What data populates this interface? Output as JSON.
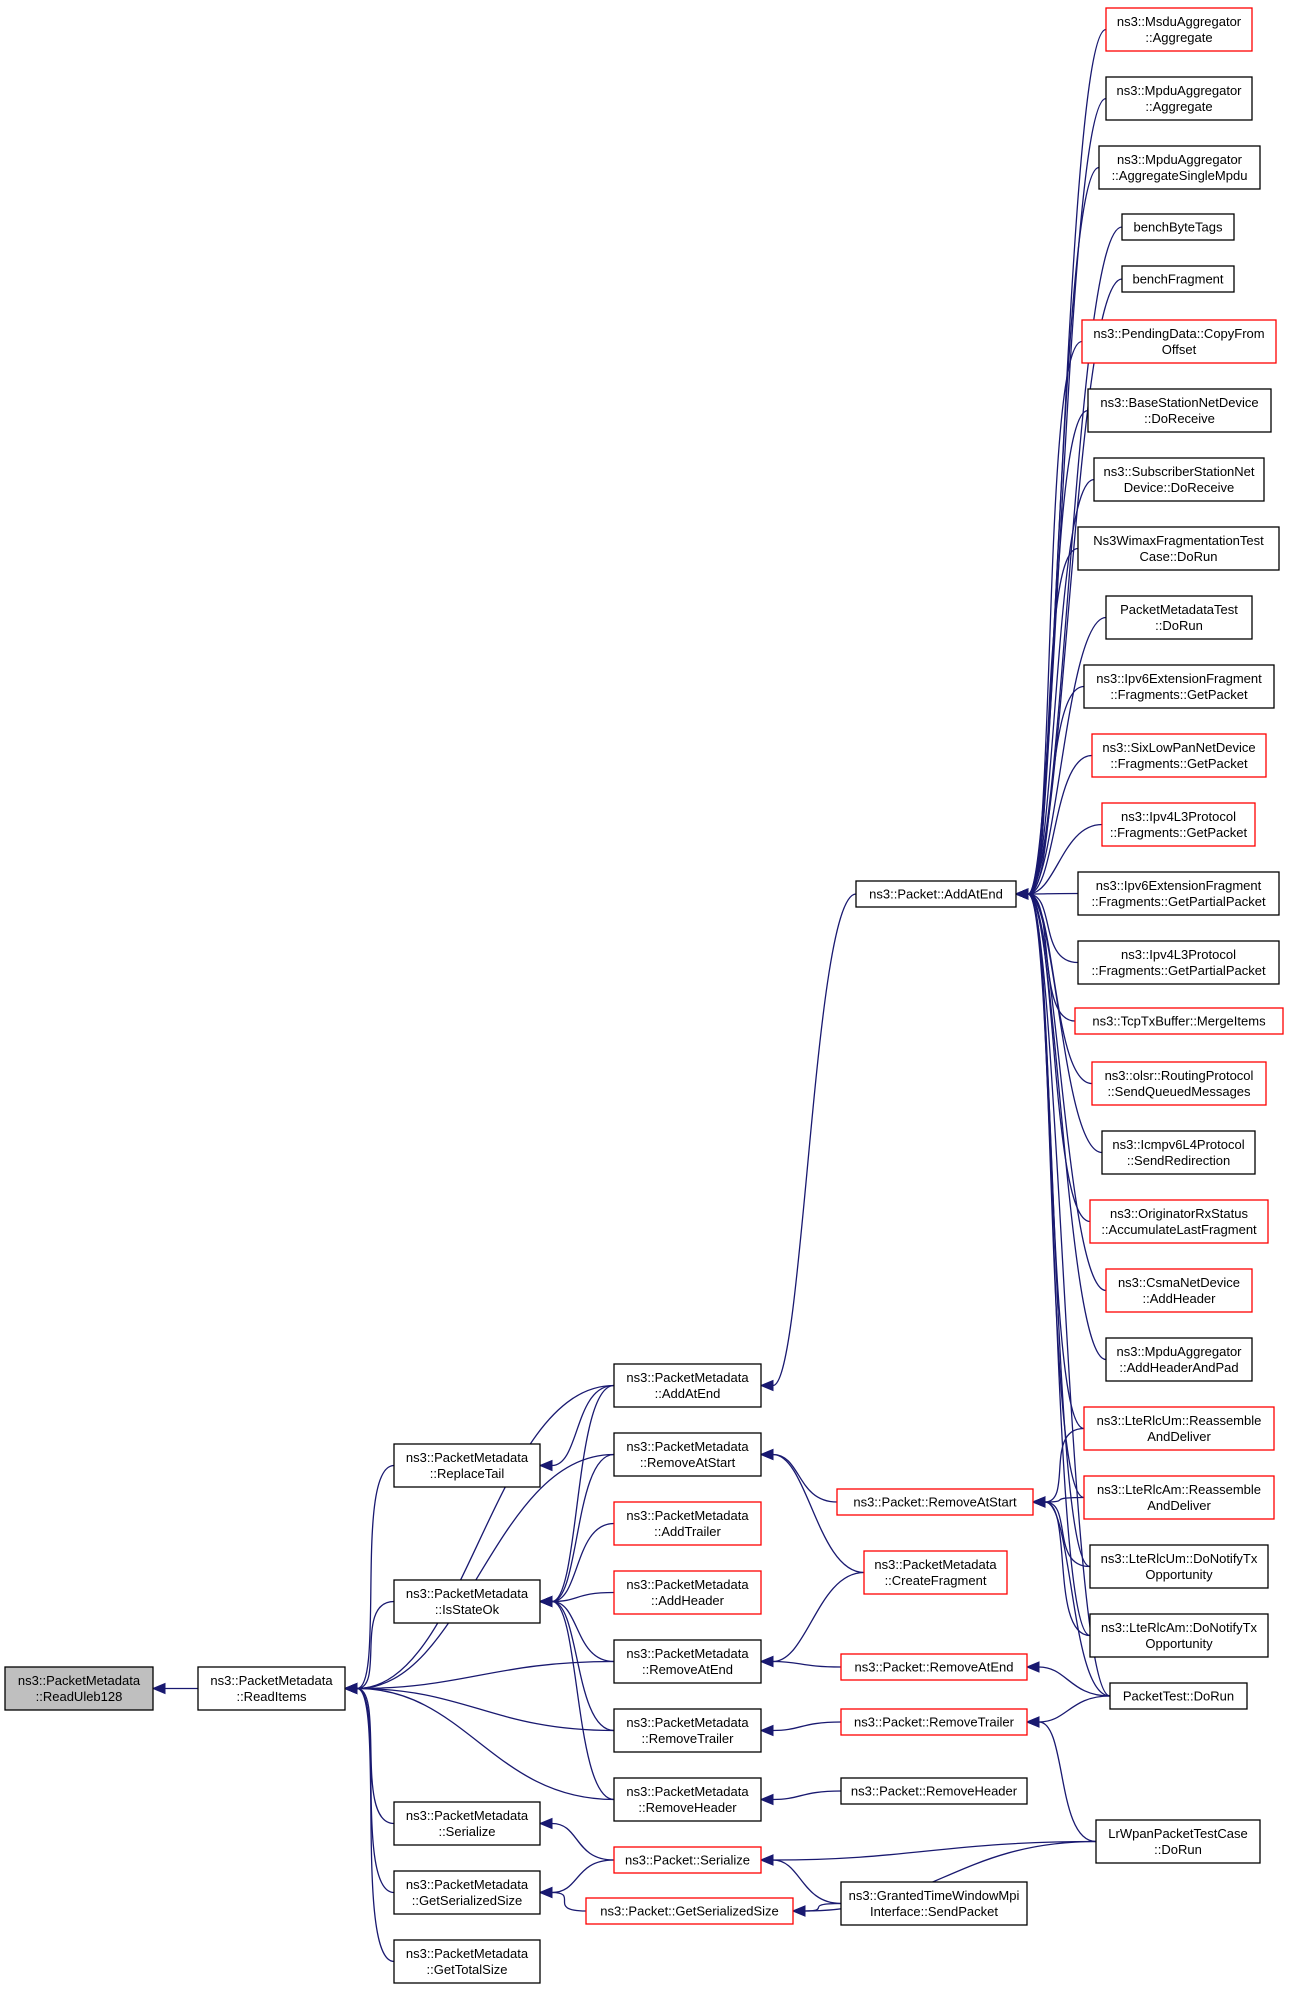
{
  "diagram": {
    "title": "",
    "colors": {
      "edge": "#191970",
      "border_normal": "#000000",
      "border_truncated": "#ff0000",
      "root_fill": "#bfbfbf"
    },
    "nodes": [
      {
        "id": "root",
        "lines": [
          "ns3::PacketMetadata",
          "::ReadUleb128"
        ],
        "style": "root"
      },
      {
        "id": "readItems",
        "lines": [
          "ns3::PacketMetadata",
          "::ReadItems"
        ],
        "style": "normal"
      },
      {
        "id": "replaceTail",
        "lines": [
          "ns3::PacketMetadata",
          "::ReplaceTail"
        ],
        "style": "normal"
      },
      {
        "id": "isStateOk",
        "lines": [
          "ns3::PacketMetadata",
          "::IsStateOk"
        ],
        "style": "normal"
      },
      {
        "id": "serializeMd",
        "lines": [
          "ns3::PacketMetadata",
          "::Serialize"
        ],
        "style": "normal"
      },
      {
        "id": "getSerSizeMd",
        "lines": [
          "ns3::PacketMetadata",
          "::GetSerializedSize"
        ],
        "style": "normal"
      },
      {
        "id": "getTotalSize",
        "lines": [
          "ns3::PacketMetadata",
          "::GetTotalSize"
        ],
        "style": "normal"
      },
      {
        "id": "addAtEndMd",
        "lines": [
          "ns3::PacketMetadata",
          "::AddAtEnd"
        ],
        "style": "normal"
      },
      {
        "id": "removeAtStartMd",
        "lines": [
          "ns3::PacketMetadata",
          "::RemoveAtStart"
        ],
        "style": "normal"
      },
      {
        "id": "addTrailer",
        "lines": [
          "ns3::PacketMetadata",
          "::AddTrailer"
        ],
        "style": "red"
      },
      {
        "id": "addHeader",
        "lines": [
          "ns3::PacketMetadata",
          "::AddHeader"
        ],
        "style": "red"
      },
      {
        "id": "removeAtEndMd",
        "lines": [
          "ns3::PacketMetadata",
          "::RemoveAtEnd"
        ],
        "style": "normal"
      },
      {
        "id": "removeTrailerMd",
        "lines": [
          "ns3::PacketMetadata",
          "::RemoveTrailer"
        ],
        "style": "normal"
      },
      {
        "id": "removeHeaderMd",
        "lines": [
          "ns3::PacketMetadata",
          "::RemoveHeader"
        ],
        "style": "normal"
      },
      {
        "id": "pktSerialize",
        "lines": [
          "ns3::Packet::Serialize"
        ],
        "style": "red"
      },
      {
        "id": "pktGetSerSize",
        "lines": [
          "ns3::Packet::GetSerializedSize"
        ],
        "style": "red"
      },
      {
        "id": "pktRemoveAtStart",
        "lines": [
          "ns3::Packet::RemoveAtStart"
        ],
        "style": "red"
      },
      {
        "id": "createFragment",
        "lines": [
          "ns3::PacketMetadata",
          "::CreateFragment"
        ],
        "style": "red"
      },
      {
        "id": "pktRemoveAtEnd",
        "lines": [
          "ns3::Packet::RemoveAtEnd"
        ],
        "style": "red"
      },
      {
        "id": "pktRemoveTrailer",
        "lines": [
          "ns3::Packet::RemoveTrailer"
        ],
        "style": "red"
      },
      {
        "id": "pktRemoveHeader",
        "lines": [
          "ns3::Packet::RemoveHeader"
        ],
        "style": "normal"
      },
      {
        "id": "grantedSend",
        "lines": [
          "ns3::GrantedTimeWindowMpi",
          "Interface::SendPacket"
        ],
        "style": "normal"
      },
      {
        "id": "pktAddAtEnd",
        "lines": [
          "ns3::Packet::AddAtEnd"
        ],
        "style": "normal"
      },
      {
        "id": "msduAgg",
        "lines": [
          "ns3::MsduAggregator",
          "::Aggregate"
        ],
        "style": "red"
      },
      {
        "id": "mpduAgg",
        "lines": [
          "ns3::MpduAggregator",
          "::Aggregate"
        ],
        "style": "normal"
      },
      {
        "id": "mpduAggSingle",
        "lines": [
          "ns3::MpduAggregator",
          "::AggregateSingleMpdu"
        ],
        "style": "normal"
      },
      {
        "id": "benchByteTags",
        "lines": [
          "benchByteTags"
        ],
        "style": "normal"
      },
      {
        "id": "benchFragment",
        "lines": [
          "benchFragment"
        ],
        "style": "normal"
      },
      {
        "id": "pendingData",
        "lines": [
          "ns3::PendingData::CopyFrom",
          "Offset"
        ],
        "style": "red"
      },
      {
        "id": "bsNetDevice",
        "lines": [
          "ns3::BaseStationNetDevice",
          "::DoReceive"
        ],
        "style": "normal"
      },
      {
        "id": "ssNetDevice",
        "lines": [
          "ns3::SubscriberStationNet",
          "Device::DoReceive"
        ],
        "style": "normal"
      },
      {
        "id": "wimaxFragTest",
        "lines": [
          "Ns3WimaxFragmentationTest",
          "Case::DoRun"
        ],
        "style": "normal"
      },
      {
        "id": "pmTest",
        "lines": [
          "PacketMetadataTest",
          "::DoRun"
        ],
        "style": "normal"
      },
      {
        "id": "ipv6ExtFragGet",
        "lines": [
          "ns3::Ipv6ExtensionFragment",
          "::Fragments::GetPacket"
        ],
        "style": "normal"
      },
      {
        "id": "sixLowPan",
        "lines": [
          "ns3::SixLowPanNetDevice",
          "::Fragments::GetPacket"
        ],
        "style": "red"
      },
      {
        "id": "ipv4L3Get",
        "lines": [
          "ns3::Ipv4L3Protocol",
          "::Fragments::GetPacket"
        ],
        "style": "red"
      },
      {
        "id": "ipv6ExtFragPartial",
        "lines": [
          "ns3::Ipv6ExtensionFragment",
          "::Fragments::GetPartialPacket"
        ],
        "style": "normal"
      },
      {
        "id": "ipv4L3Partial",
        "lines": [
          "ns3::Ipv4L3Protocol",
          "::Fragments::GetPartialPacket"
        ],
        "style": "normal"
      },
      {
        "id": "tcpTxBuffer",
        "lines": [
          "ns3::TcpTxBuffer::MergeItems"
        ],
        "style": "red"
      },
      {
        "id": "olsr",
        "lines": [
          "ns3::olsr::RoutingProtocol",
          "::SendQueuedMessages"
        ],
        "style": "red"
      },
      {
        "id": "icmpv6",
        "lines": [
          "ns3::Icmpv6L4Protocol",
          "::SendRedirection"
        ],
        "style": "normal"
      },
      {
        "id": "originatorRx",
        "lines": [
          "ns3::OriginatorRxStatus",
          "::AccumulateLastFragment"
        ],
        "style": "red"
      },
      {
        "id": "csmaNetDevice",
        "lines": [
          "ns3::CsmaNetDevice",
          "::AddHeader"
        ],
        "style": "red"
      },
      {
        "id": "mpduAggHeader",
        "lines": [
          "ns3::MpduAggregator",
          "::AddHeaderAndPad"
        ],
        "style": "normal"
      },
      {
        "id": "lteRlcUmReasm",
        "lines": [
          "ns3::LteRlcUm::Reassemble",
          "AndDeliver"
        ],
        "style": "red"
      },
      {
        "id": "lteRlcAmReasm",
        "lines": [
          "ns3::LteRlcAm::Reassemble",
          "AndDeliver"
        ],
        "style": "red"
      },
      {
        "id": "lteRlcUmNotify",
        "lines": [
          "ns3::LteRlcUm::DoNotifyTx",
          "Opportunity"
        ],
        "style": "normal"
      },
      {
        "id": "lteRlcAmNotify",
        "lines": [
          "ns3::LteRlcAm::DoNotifyTx",
          "Opportunity"
        ],
        "style": "normal"
      },
      {
        "id": "packetTest",
        "lines": [
          "PacketTest::DoRun"
        ],
        "style": "normal"
      },
      {
        "id": "lrWpanTest",
        "lines": [
          "LrWpanPacketTestCase",
          "::DoRun"
        ],
        "style": "normal"
      }
    ],
    "edges": [
      [
        "readItems",
        "root"
      ],
      [
        "replaceTail",
        "readItems"
      ],
      [
        "isStateOk",
        "readItems"
      ],
      [
        "serializeMd",
        "readItems"
      ],
      [
        "getSerSizeMd",
        "readItems"
      ],
      [
        "getTotalSize",
        "readItems"
      ],
      [
        "addAtEndMd",
        "readItems"
      ],
      [
        "removeAtStartMd",
        "readItems"
      ],
      [
        "removeAtEndMd",
        "readItems"
      ],
      [
        "removeTrailerMd",
        "readItems"
      ],
      [
        "removeHeaderMd",
        "readItems"
      ],
      [
        "addAtEndMd",
        "replaceTail"
      ],
      [
        "addAtEndMd",
        "isStateOk"
      ],
      [
        "removeAtStartMd",
        "isStateOk"
      ],
      [
        "addTrailer",
        "isStateOk"
      ],
      [
        "addHeader",
        "isStateOk"
      ],
      [
        "removeAtEndMd",
        "isStateOk"
      ],
      [
        "removeTrailerMd",
        "isStateOk"
      ],
      [
        "removeHeaderMd",
        "isStateOk"
      ],
      [
        "pktSerialize",
        "serializeMd"
      ],
      [
        "pktSerialize",
        "getSerSizeMd"
      ],
      [
        "pktGetSerSize",
        "getSerSizeMd"
      ],
      [
        "pktAddAtEnd",
        "addAtEndMd"
      ],
      [
        "pktRemoveAtStart",
        "removeAtStartMd"
      ],
      [
        "createFragment",
        "removeAtStartMd"
      ],
      [
        "createFragment",
        "removeAtEndMd"
      ],
      [
        "pktRemoveAtEnd",
        "removeAtEndMd"
      ],
      [
        "pktRemoveTrailer",
        "removeTrailerMd"
      ],
      [
        "pktRemoveHeader",
        "removeHeaderMd"
      ],
      [
        "lrWpanTest",
        "pktSerialize"
      ],
      [
        "grantedSend",
        "pktSerialize"
      ],
      [
        "grantedSend",
        "pktGetSerSize"
      ],
      [
        "lrWpanTest",
        "pktGetSerSize"
      ],
      [
        "lteRlcUmReasm",
        "pktRemoveAtStart"
      ],
      [
        "lteRlcAmReasm",
        "pktRemoveAtStart"
      ],
      [
        "lteRlcUmNotify",
        "pktRemoveAtStart"
      ],
      [
        "lteRlcAmNotify",
        "pktRemoveAtStart"
      ],
      [
        "packetTest",
        "pktRemoveAtStart"
      ],
      [
        "packetTest",
        "pktRemoveAtEnd"
      ],
      [
        "packetTest",
        "pktRemoveTrailer"
      ],
      [
        "lrWpanTest",
        "pktRemoveTrailer"
      ],
      [
        "msduAgg",
        "pktAddAtEnd"
      ],
      [
        "mpduAgg",
        "pktAddAtEnd"
      ],
      [
        "mpduAggSingle",
        "pktAddAtEnd"
      ],
      [
        "benchByteTags",
        "pktAddAtEnd"
      ],
      [
        "benchFragment",
        "pktAddAtEnd"
      ],
      [
        "pendingData",
        "pktAddAtEnd"
      ],
      [
        "bsNetDevice",
        "pktAddAtEnd"
      ],
      [
        "ssNetDevice",
        "pktAddAtEnd"
      ],
      [
        "wimaxFragTest",
        "pktAddAtEnd"
      ],
      [
        "pmTest",
        "pktAddAtEnd"
      ],
      [
        "ipv6ExtFragGet",
        "pktAddAtEnd"
      ],
      [
        "sixLowPan",
        "pktAddAtEnd"
      ],
      [
        "ipv4L3Get",
        "pktAddAtEnd"
      ],
      [
        "ipv6ExtFragPartial",
        "pktAddAtEnd"
      ],
      [
        "ipv4L3Partial",
        "pktAddAtEnd"
      ],
      [
        "tcpTxBuffer",
        "pktAddAtEnd"
      ],
      [
        "olsr",
        "pktAddAtEnd"
      ],
      [
        "icmpv6",
        "pktAddAtEnd"
      ],
      [
        "originatorRx",
        "pktAddAtEnd"
      ],
      [
        "csmaNetDevice",
        "pktAddAtEnd"
      ],
      [
        "mpduAggHeader",
        "pktAddAtEnd"
      ],
      [
        "lteRlcUmReasm",
        "pktAddAtEnd"
      ],
      [
        "lteRlcAmReasm",
        "pktAddAtEnd"
      ],
      [
        "lteRlcUmNotify",
        "pktAddAtEnd"
      ],
      [
        "lteRlcAmNotify",
        "pktAddAtEnd"
      ],
      [
        "packetTest",
        "pktAddAtEnd"
      ]
    ]
  }
}
